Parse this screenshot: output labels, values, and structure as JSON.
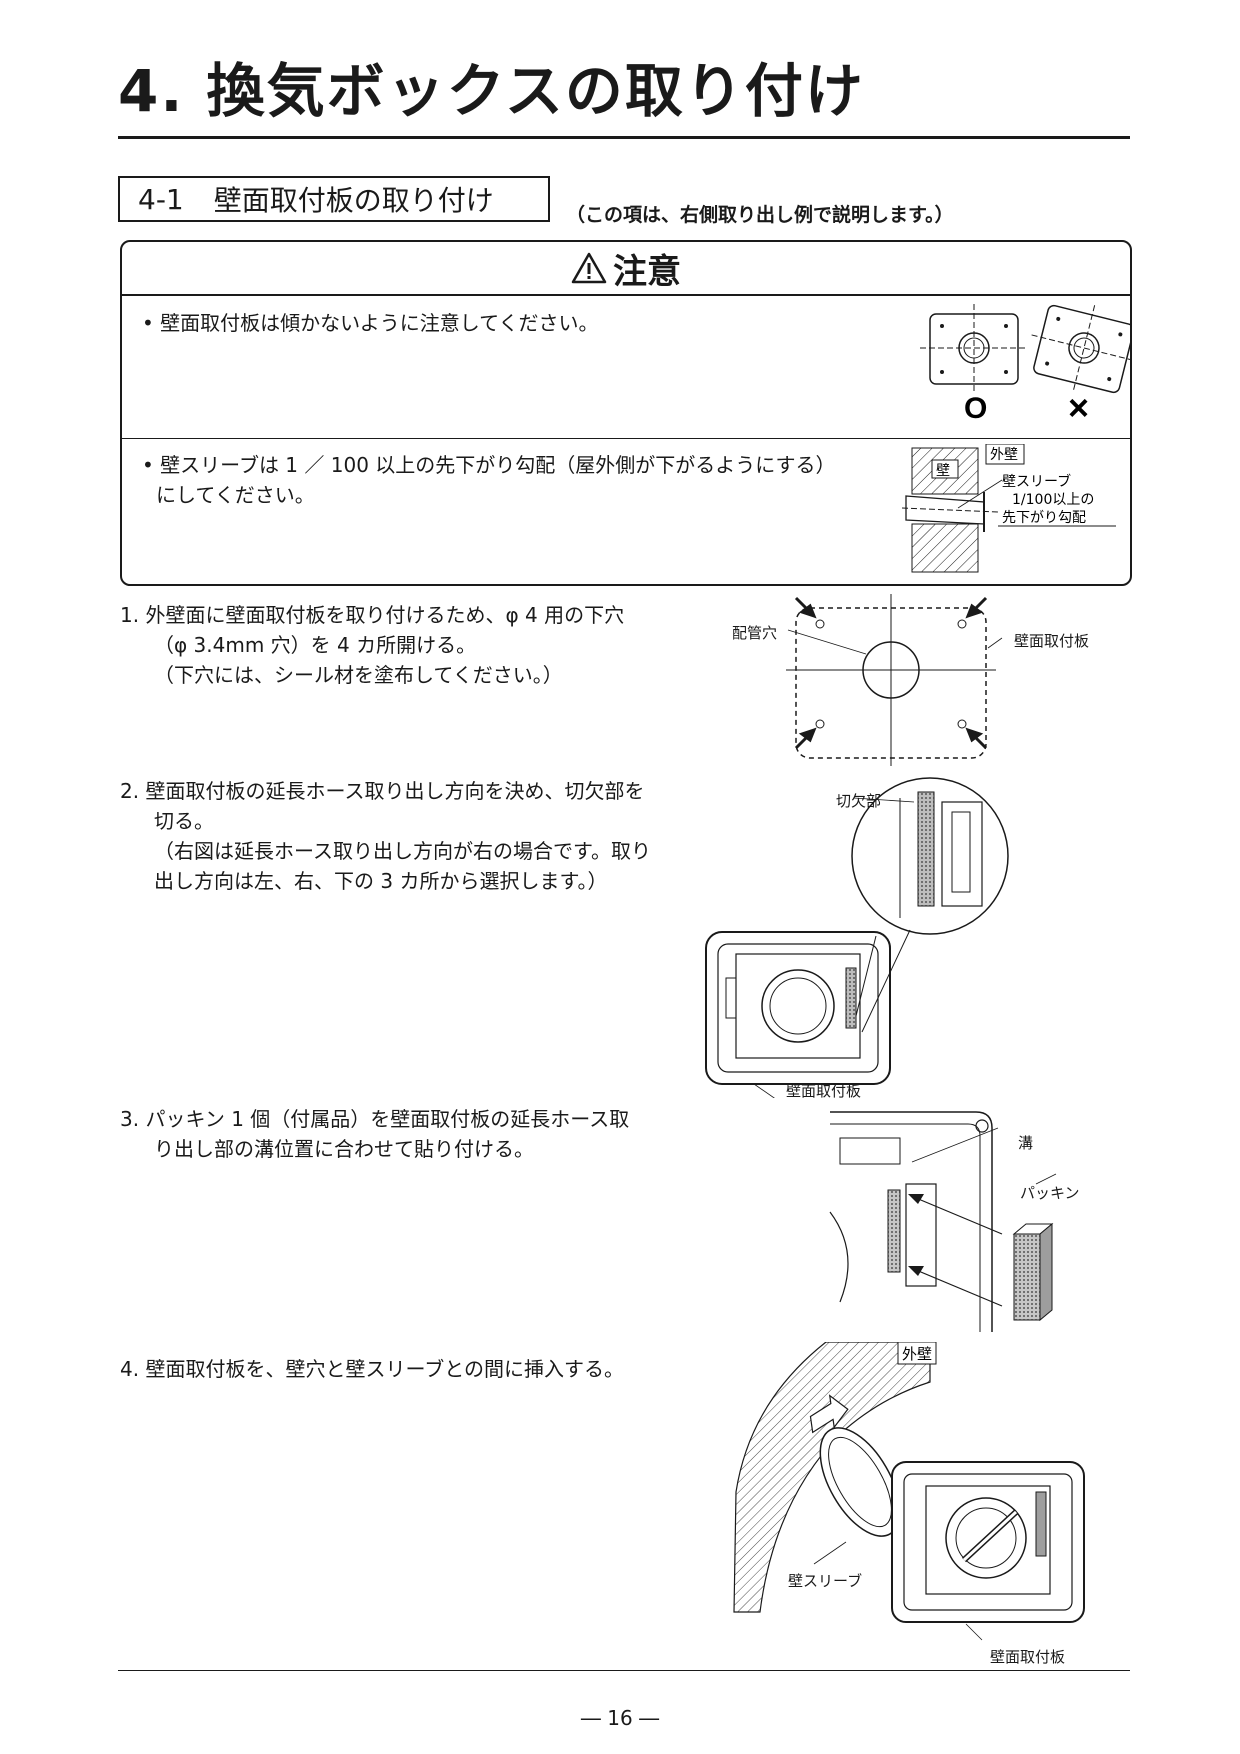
{
  "chapter": {
    "title": "4. 換気ボックスの取り付け"
  },
  "section": {
    "number": "4-1",
    "title": "壁面取付板の取り付け",
    "note": "（この項は、右側取り出し例で説明します。）"
  },
  "caution": {
    "title": "注意",
    "item1": "• 壁面取付板は傾かないように注意してください。",
    "ok_mark": "O",
    "ng_mark": "×",
    "item2_line1": "• 壁スリーブは 1 ／ 100 以上の先下がり勾配（屋外側が下がるようにする）",
    "item2_line2": "にしてください。",
    "fig2": {
      "wall": "壁",
      "outer_wall": "外壁",
      "sleeve": "壁スリーブ",
      "slope1": "1/100以上の",
      "slope2": "先下がり勾配"
    }
  },
  "steps": {
    "s1": {
      "l1": "1. 外壁面に壁面取付板を取り付けるため、φ 4 用の下穴",
      "l2": "（φ 3.4mm 穴）を 4 カ所開ける。",
      "l3": "（下穴には、シール材を塗布してください。）"
    },
    "s2": {
      "l1": "2. 壁面取付板の延長ホース取り出し方向を決め、切欠部を",
      "l2": "切る。",
      "l3": "（右図は延長ホース取り出し方向が右の場合です。取り",
      "l4": "出し方向は左、右、下の 3 カ所から選択します。）"
    },
    "s3": {
      "l1": "3. パッキン 1 個（付属品）を壁面取付板の延長ホース取",
      "l2": "り出し部の溝位置に合わせて貼り付ける。"
    },
    "s4": {
      "l1": "4. 壁面取付板を、壁穴と壁スリーブとの間に挿入する。"
    }
  },
  "figures": {
    "f1": {
      "pipe_hole": "配管穴",
      "plate": "壁面取付板"
    },
    "f2": {
      "notch": "切欠部",
      "plate": "壁面取付板"
    },
    "f3": {
      "groove": "溝",
      "packing": "パッキン"
    },
    "f4": {
      "outer_wall": "外壁",
      "sleeve": "壁スリーブ",
      "plate": "壁面取付板"
    }
  },
  "page": {
    "number": "― 16 ―"
  }
}
